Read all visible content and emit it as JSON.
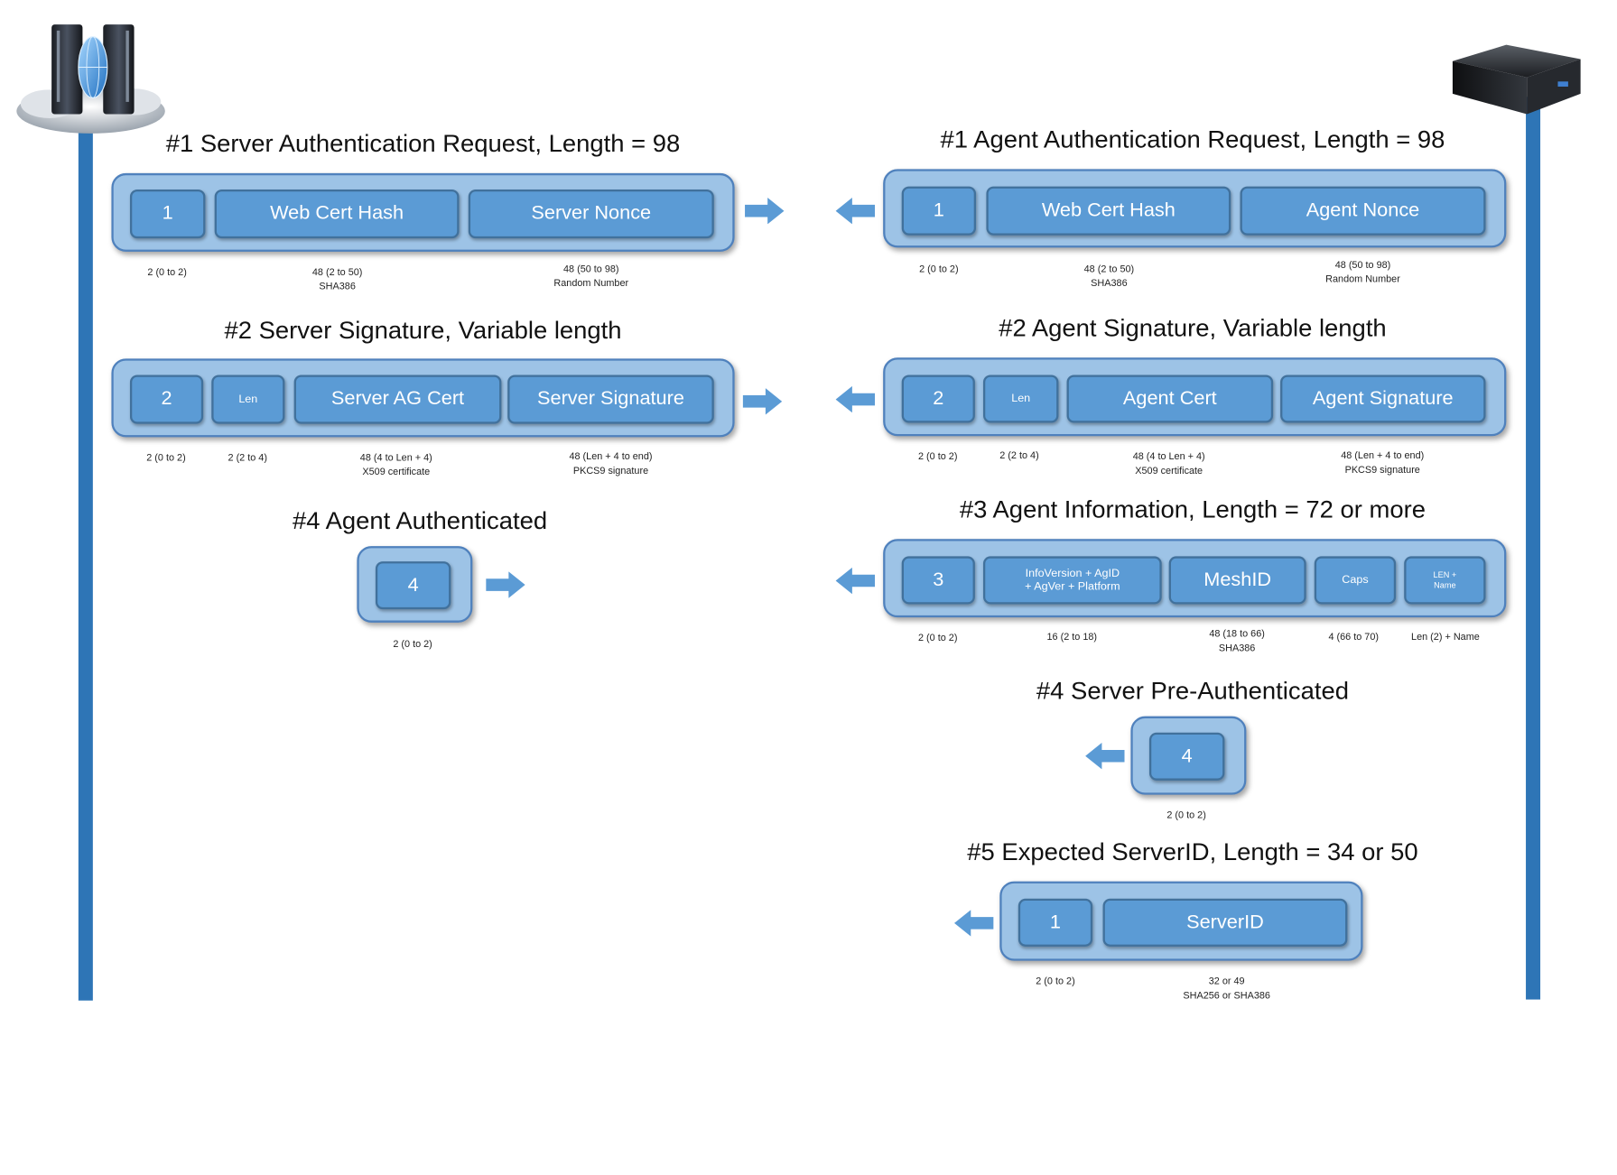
{
  "left_column": {
    "messages": [
      {
        "title": "#1 Server Authentication Request, Length = 98",
        "fields": [
          {
            "label": "1",
            "caption": "2 (0 to 2)"
          },
          {
            "label": "Web Cert Hash",
            "caption": "48 (2 to 50)\nSHA386"
          },
          {
            "label": "Server Nonce",
            "caption": "48 (50 to 98)\nRandom Number"
          }
        ]
      },
      {
        "title": "#2 Server Signature, Variable length",
        "fields": [
          {
            "label": "2",
            "caption": "2 (0 to 2)"
          },
          {
            "label": "Len",
            "caption": "2 (2 to 4)"
          },
          {
            "label": "Server AG Cert",
            "caption": "48 (4 to Len + 4)\nX509 certificate"
          },
          {
            "label": "Server Signature",
            "caption": "48 (Len + 4 to end)\nPKCS9 signature"
          }
        ]
      },
      {
        "title": "#4 Agent Authenticated",
        "fields": [
          {
            "label": "4",
            "caption": "2 (0 to 2)"
          }
        ]
      }
    ]
  },
  "right_column": {
    "messages": [
      {
        "title": "#1 Agent Authentication Request, Length = 98",
        "fields": [
          {
            "label": "1",
            "caption": "2 (0 to 2)"
          },
          {
            "label": "Web Cert Hash",
            "caption": "48 (2 to 50)\nSHA386"
          },
          {
            "label": "Agent Nonce",
            "caption": "48 (50 to 98)\nRandom Number"
          }
        ]
      },
      {
        "title": "#2 Agent Signature, Variable length",
        "fields": [
          {
            "label": "2",
            "caption": "2 (0 to 2)"
          },
          {
            "label": "Len",
            "caption": "2 (2 to 4)"
          },
          {
            "label": "Agent Cert",
            "caption": "48 (4 to Len + 4)\nX509 certificate"
          },
          {
            "label": "Agent Signature",
            "caption": "48 (Len + 4 to end)\nPKCS9 signature"
          }
        ]
      },
      {
        "title": "#3 Agent Information, Length = 72 or more",
        "fields": [
          {
            "label": "3",
            "caption": "2 (0 to 2)"
          },
          {
            "label": "InfoVersion + AgID\n+ AgVer + Platform",
            "caption": "16 (2 to 18)"
          },
          {
            "label": "MeshID",
            "caption": "48 (18 to 66)\nSHA386"
          },
          {
            "label": "Caps",
            "caption": "4 (66 to 70)"
          },
          {
            "label": "LEN +\nName",
            "caption": "Len (2) + Name"
          }
        ]
      },
      {
        "title": "#4 Server Pre-Authenticated",
        "fields": [
          {
            "label": "4",
            "caption": "2 (0 to 2)"
          }
        ]
      },
      {
        "title": "#5 Expected ServerID, Length = 34 or 50",
        "fields": [
          {
            "label": "1",
            "caption": "2 (0 to 2)"
          },
          {
            "label": "ServerID",
            "caption": "32 or 49\nSHA256 or SHA386"
          }
        ]
      }
    ]
  },
  "icons": {
    "server": "server-tower-icon",
    "agent": "mini-pc-icon",
    "arrow": "block-arrow-icon"
  },
  "colors": {
    "lifeline": "#2e75b6",
    "message_container": "#9dc3e6",
    "field": "#5b9bd5",
    "field_border": "#41719c",
    "arrow": "#5b9bd5"
  }
}
